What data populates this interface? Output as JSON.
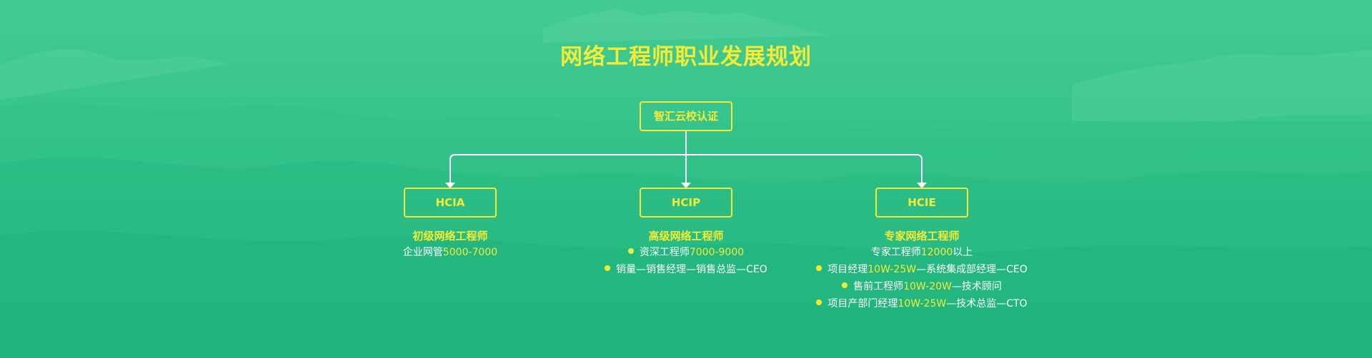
{
  "title": "网络工程师职业发展规划",
  "root": {
    "label": "智汇云校认证"
  },
  "levels": [
    {
      "cert": "HCIA",
      "role": "初级网络工程师",
      "lines": [
        {
          "bullet": false,
          "parts": [
            {
              "text": "企业网管"
            },
            {
              "text": "5000-7000",
              "hl": true
            }
          ]
        }
      ]
    },
    {
      "cert": "HCIP",
      "role": "高级网络工程师",
      "lines": [
        {
          "bullet": true,
          "parts": [
            {
              "text": "资深工程师"
            },
            {
              "text": "7000-9000",
              "hl": true
            }
          ]
        },
        {
          "bullet": true,
          "parts": [
            {
              "text": "销量—销售经理—销售总监—CEO"
            }
          ]
        }
      ]
    },
    {
      "cert": "HCIE",
      "role": "专家网络工程师",
      "lines": [
        {
          "bullet": false,
          "parts": [
            {
              "text": "专家工程师"
            },
            {
              "text": "12000",
              "hl": true
            },
            {
              "text": "以上"
            }
          ]
        },
        {
          "bullet": true,
          "parts": [
            {
              "text": "项目经理"
            },
            {
              "text": "10W-25W",
              "hl": true
            },
            {
              "text": "—系统集成部经理—CEO"
            }
          ]
        },
        {
          "bullet": true,
          "parts": [
            {
              "text": "售前工程师"
            },
            {
              "text": "10W-20W",
              "hl": true
            },
            {
              "text": "—技术顾问"
            }
          ]
        },
        {
          "bullet": true,
          "parts": [
            {
              "text": "项目产部门经理"
            },
            {
              "text": "10W-25W",
              "hl": true
            },
            {
              "text": "—技术总监—CTO"
            }
          ]
        }
      ]
    }
  ],
  "colors": {
    "accent": "#f3ec37",
    "text": "#ffffff",
    "connector": "#ffffff"
  }
}
